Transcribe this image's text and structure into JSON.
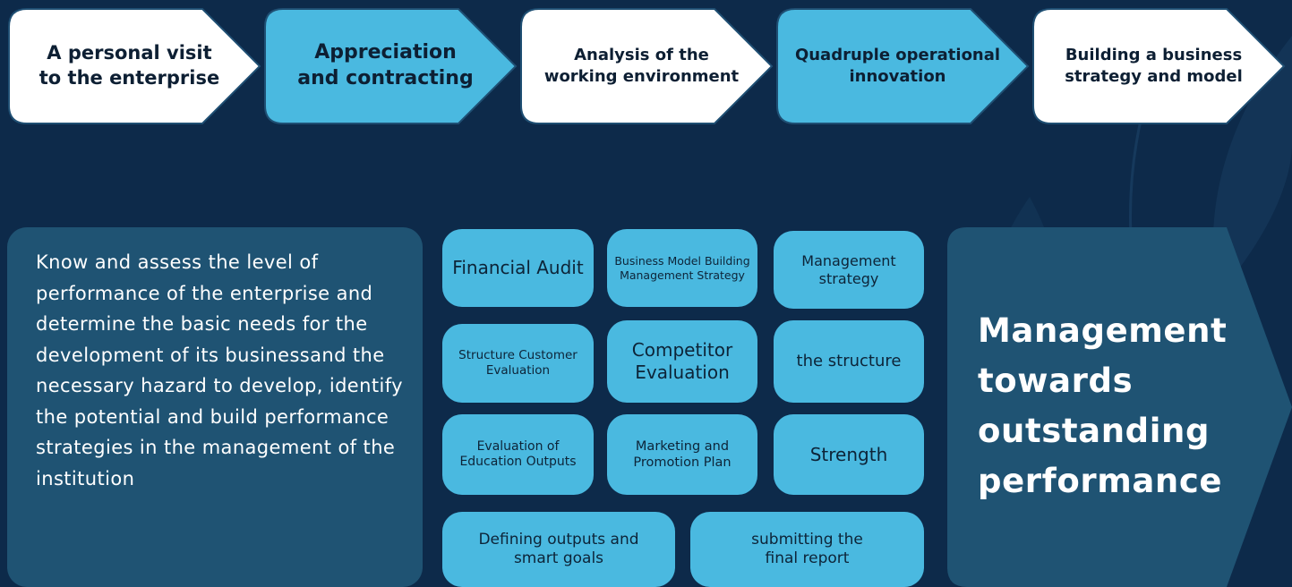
{
  "steps": [
    {
      "label": "A personal visit to the enterprise"
    },
    {
      "label": "Appreciation and contracting"
    },
    {
      "label": "Analysis of the working environment"
    },
    {
      "label": "Quadruple operational innovation"
    },
    {
      "label": "Building a business strategy and model"
    }
  ],
  "description": "Know and assess the level of performance of the enterprise and determine the basic needs for the development of its businessand the necessary hazard to develop, identify the potential and build performance strategies in the management of the institution",
  "components": [
    "Financial Audit",
    "Business Model Building Management Strategy",
    "Management strategy",
    "Structure Customer Evaluation",
    "Competitor Evaluation",
    "the structure",
    "Evaluation of Education Outputs",
    "Marketing and Promotion Plan",
    "Strength",
    "Defining outputs and smart goals",
    "submitting the final report"
  ],
  "outcome": "Management towards outstanding performance",
  "colors": {
    "background": "#0d2a4a",
    "step_white": "#ffffff",
    "step_blue": "#4ab9e0",
    "pill_blue": "#4ab9e0",
    "panel": "#1f5373"
  }
}
